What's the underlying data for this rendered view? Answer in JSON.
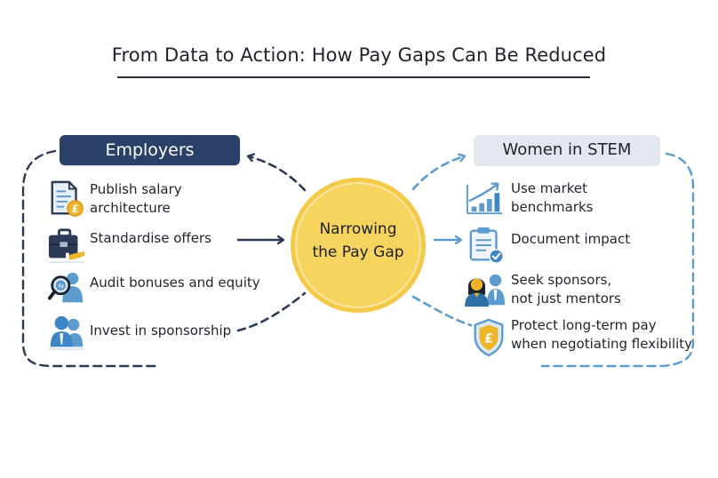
{
  "header": {
    "title": "From Data to Action: How Pay Gaps Can Be Reduced"
  },
  "hub": {
    "line1": "Narrowing",
    "line2": "the Pay Gap"
  },
  "employers": {
    "heading": "Employers",
    "items": [
      {
        "icon": "salary-document-pound-icon",
        "line1": "Publish salary",
        "line2": "architecture"
      },
      {
        "icon": "briefcase-hand-icon",
        "line1": "Standardise offers",
        "line2": ""
      },
      {
        "icon": "magnifier-audit-icon",
        "line1": "Audit bonuses and equity",
        "line2": ""
      },
      {
        "icon": "people-sponsorship-icon",
        "line1": "Invest in sponsorship",
        "line2": ""
      }
    ]
  },
  "women_in_stem": {
    "heading": "Women in STEM",
    "items": [
      {
        "icon": "bar-chart-trend-icon",
        "line1": "Use market",
        "line2": "benchmarks"
      },
      {
        "icon": "clipboard-check-icon",
        "line1": "Document impact",
        "line2": ""
      },
      {
        "icon": "woman-and-sponsor-icon",
        "line1": "Seek sponsors,",
        "line2": "not just mentors"
      },
      {
        "icon": "shield-pound-icon",
        "line1": "Protect long-term pay",
        "line2": "when negotiating flexibility"
      }
    ]
  },
  "colors": {
    "navy": "#2a4068",
    "dark_dash": "#2c3a55",
    "light_blue": "#5b9bd0",
    "hub_yellow": "#f7d45e",
    "pill_light": "#e3e8f0",
    "coin_gold": "#f0b429"
  }
}
